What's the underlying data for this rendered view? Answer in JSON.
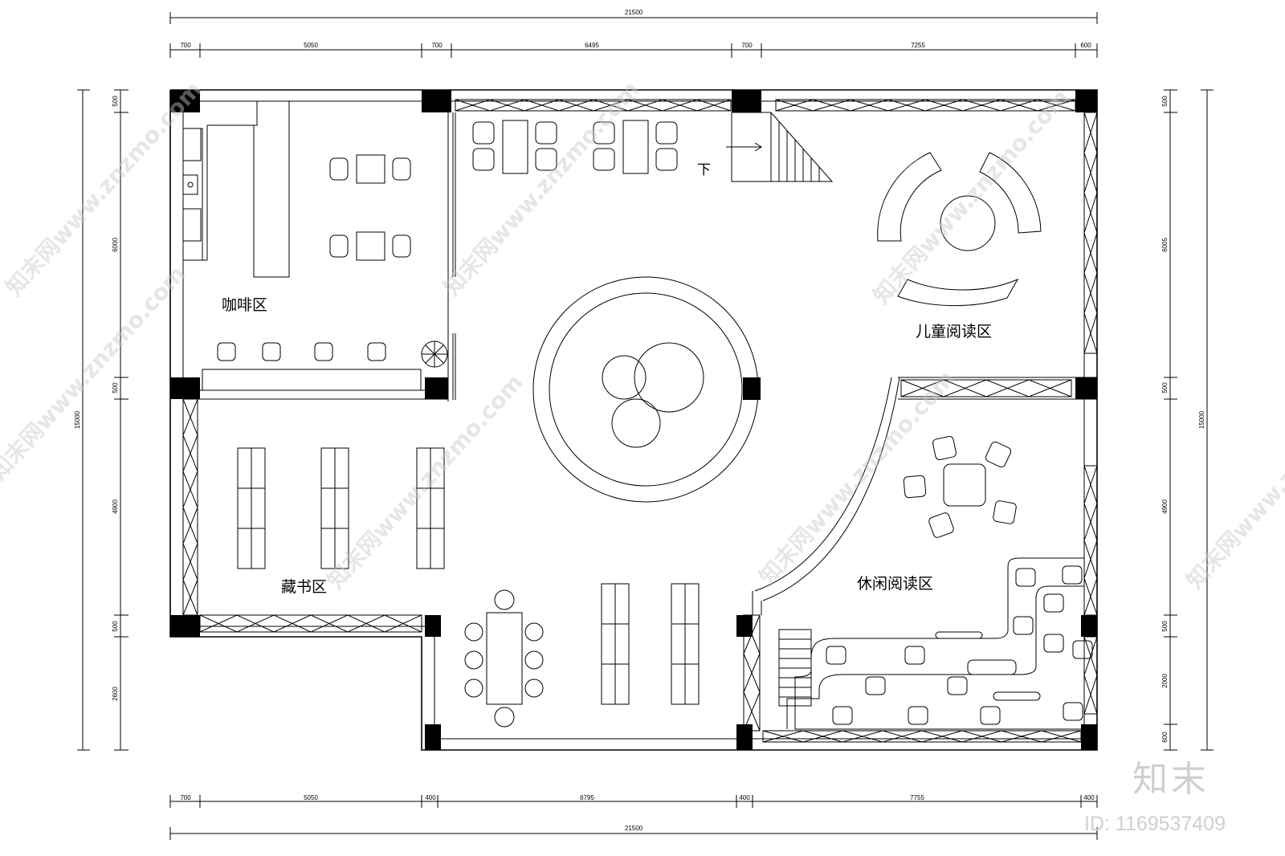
{
  "dimensions": {
    "top_total": "21500",
    "top_segments": [
      "700",
      "5050",
      "700",
      "6495",
      "700",
      "7255",
      "600"
    ],
    "bottom_segments": [
      "700",
      "5050",
      "400",
      "6795",
      "400",
      "7755",
      "400"
    ],
    "bottom_total": "21500",
    "left_total": "15000",
    "left_segments": [
      "500",
      "6000",
      "500",
      "4900",
      "500",
      "2600"
    ],
    "right_total": "15000",
    "right_segments": [
      "500",
      "6005",
      "500",
      "4900",
      "500",
      "2000",
      "600"
    ]
  },
  "rooms": {
    "coffee": "咖啡区",
    "children_reading": "儿童阅读区",
    "book_storage": "藏书区",
    "leisure_reading": "休闲阅读区"
  },
  "stair_label": "下",
  "watermark": {
    "text": "知末网www.znzmo.com",
    "brand": "知末",
    "id": "ID: 1169537409"
  },
  "colors": {
    "line": "#000000",
    "watermark": "#c8c8c8",
    "background": "#ffffff"
  }
}
